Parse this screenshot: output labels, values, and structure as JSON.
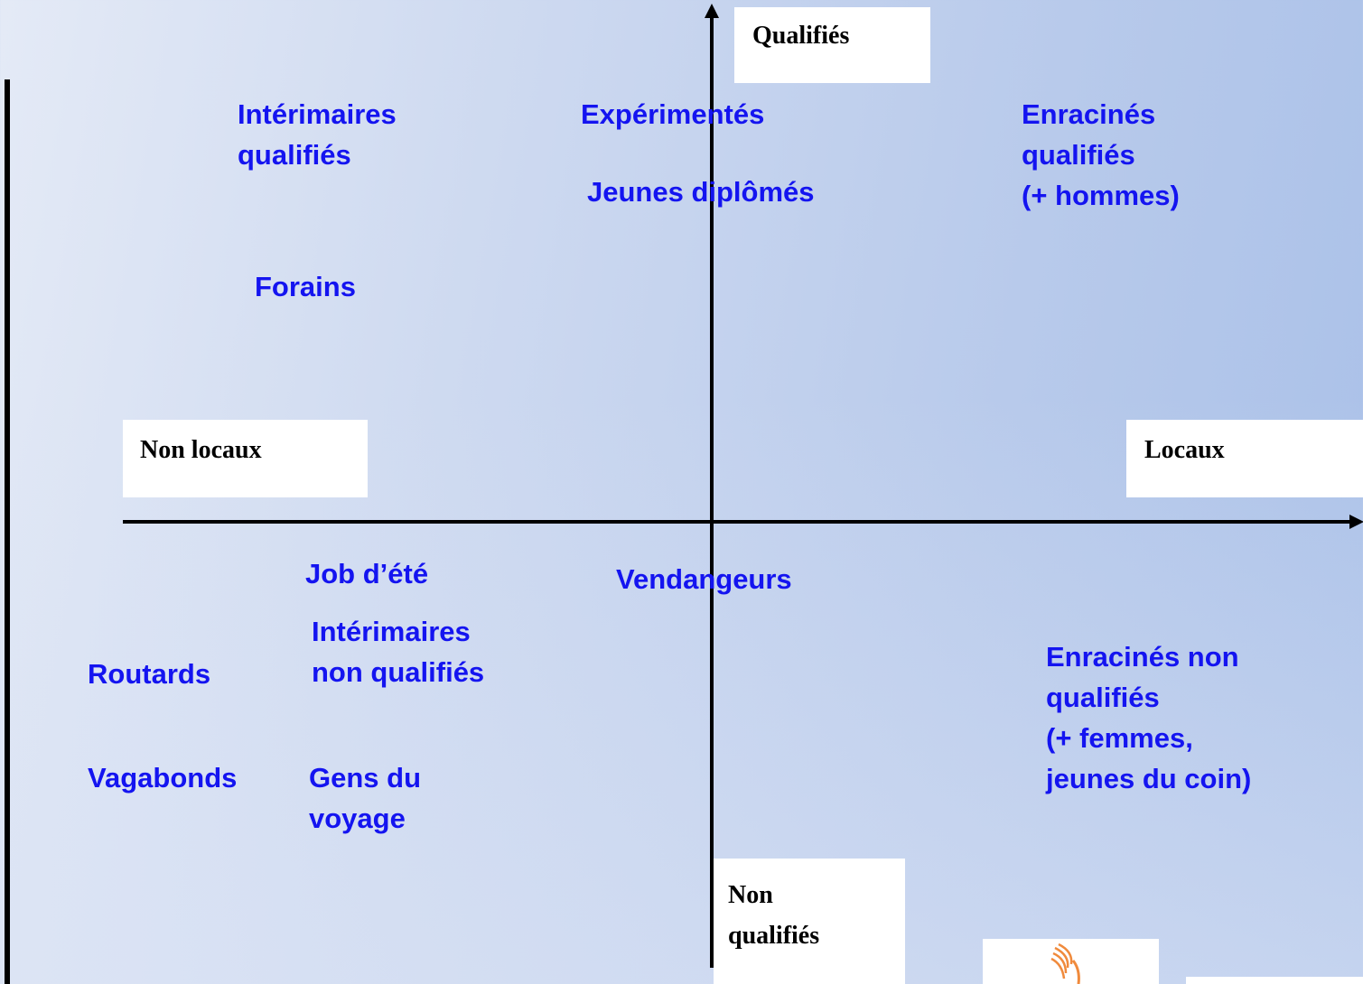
{
  "axes": {
    "top": "Qualifiés",
    "bottom_line1": "Non",
    "bottom_line2": "qualifiés",
    "left": "Non locaux",
    "right": "Locaux"
  },
  "labels": {
    "interimaires_qualifies": [
      "Intérimaires",
      "qualifiés"
    ],
    "experimentes": [
      "Expérimentés"
    ],
    "jeunes_diplomes": [
      "Jeunes diplômés"
    ],
    "enracines_qualifies": [
      "Enracinés",
      "qualifiés",
      "(+ hommes)"
    ],
    "forains": [
      "Forains"
    ],
    "job_ete": [
      "Job d’été"
    ],
    "vendangeurs": [
      "Vendangeurs"
    ],
    "interimaires_non_qualifies": [
      "Intérimaires",
      "non qualifiés"
    ],
    "routards": [
      "Routards"
    ],
    "enracines_non_qualifies": [
      "Enracinés non",
      "qualifiés",
      "(+ femmes,",
      "jeunes du coin)"
    ],
    "vagabonds": [
      "Vagabonds"
    ],
    "gens_du_voyage": [
      "Gens du",
      "voyage"
    ]
  },
  "colors": {
    "label": "#1414f0",
    "axis": "#000000",
    "box": "#ffffff",
    "logo": "#f08a3c"
  },
  "icons": {
    "logo": "flame-logo-icon"
  }
}
